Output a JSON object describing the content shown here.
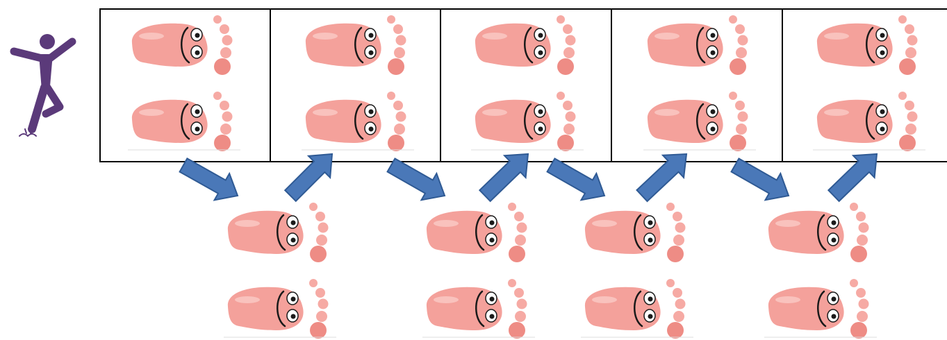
{
  "colors": {
    "foot_fill": "#f4a19b",
    "foot_shade": "#ee8c85",
    "toe_fill": "#f6aaa4",
    "arrow_fill": "#4a78b8",
    "arrow_stroke": "#2f5a94",
    "figure_fill": "#5b3a7a",
    "grid_border": "#000000"
  },
  "icons": {
    "figure": "jumping-person-icon",
    "step": "footprints-icon",
    "arrow": "arrow-icon"
  },
  "grid": {
    "top_row_cells": 5,
    "bottom_row_steps": 4
  },
  "sequence": [
    "top",
    "bottom",
    "top",
    "bottom",
    "top",
    "bottom",
    "top",
    "bottom",
    "top"
  ]
}
